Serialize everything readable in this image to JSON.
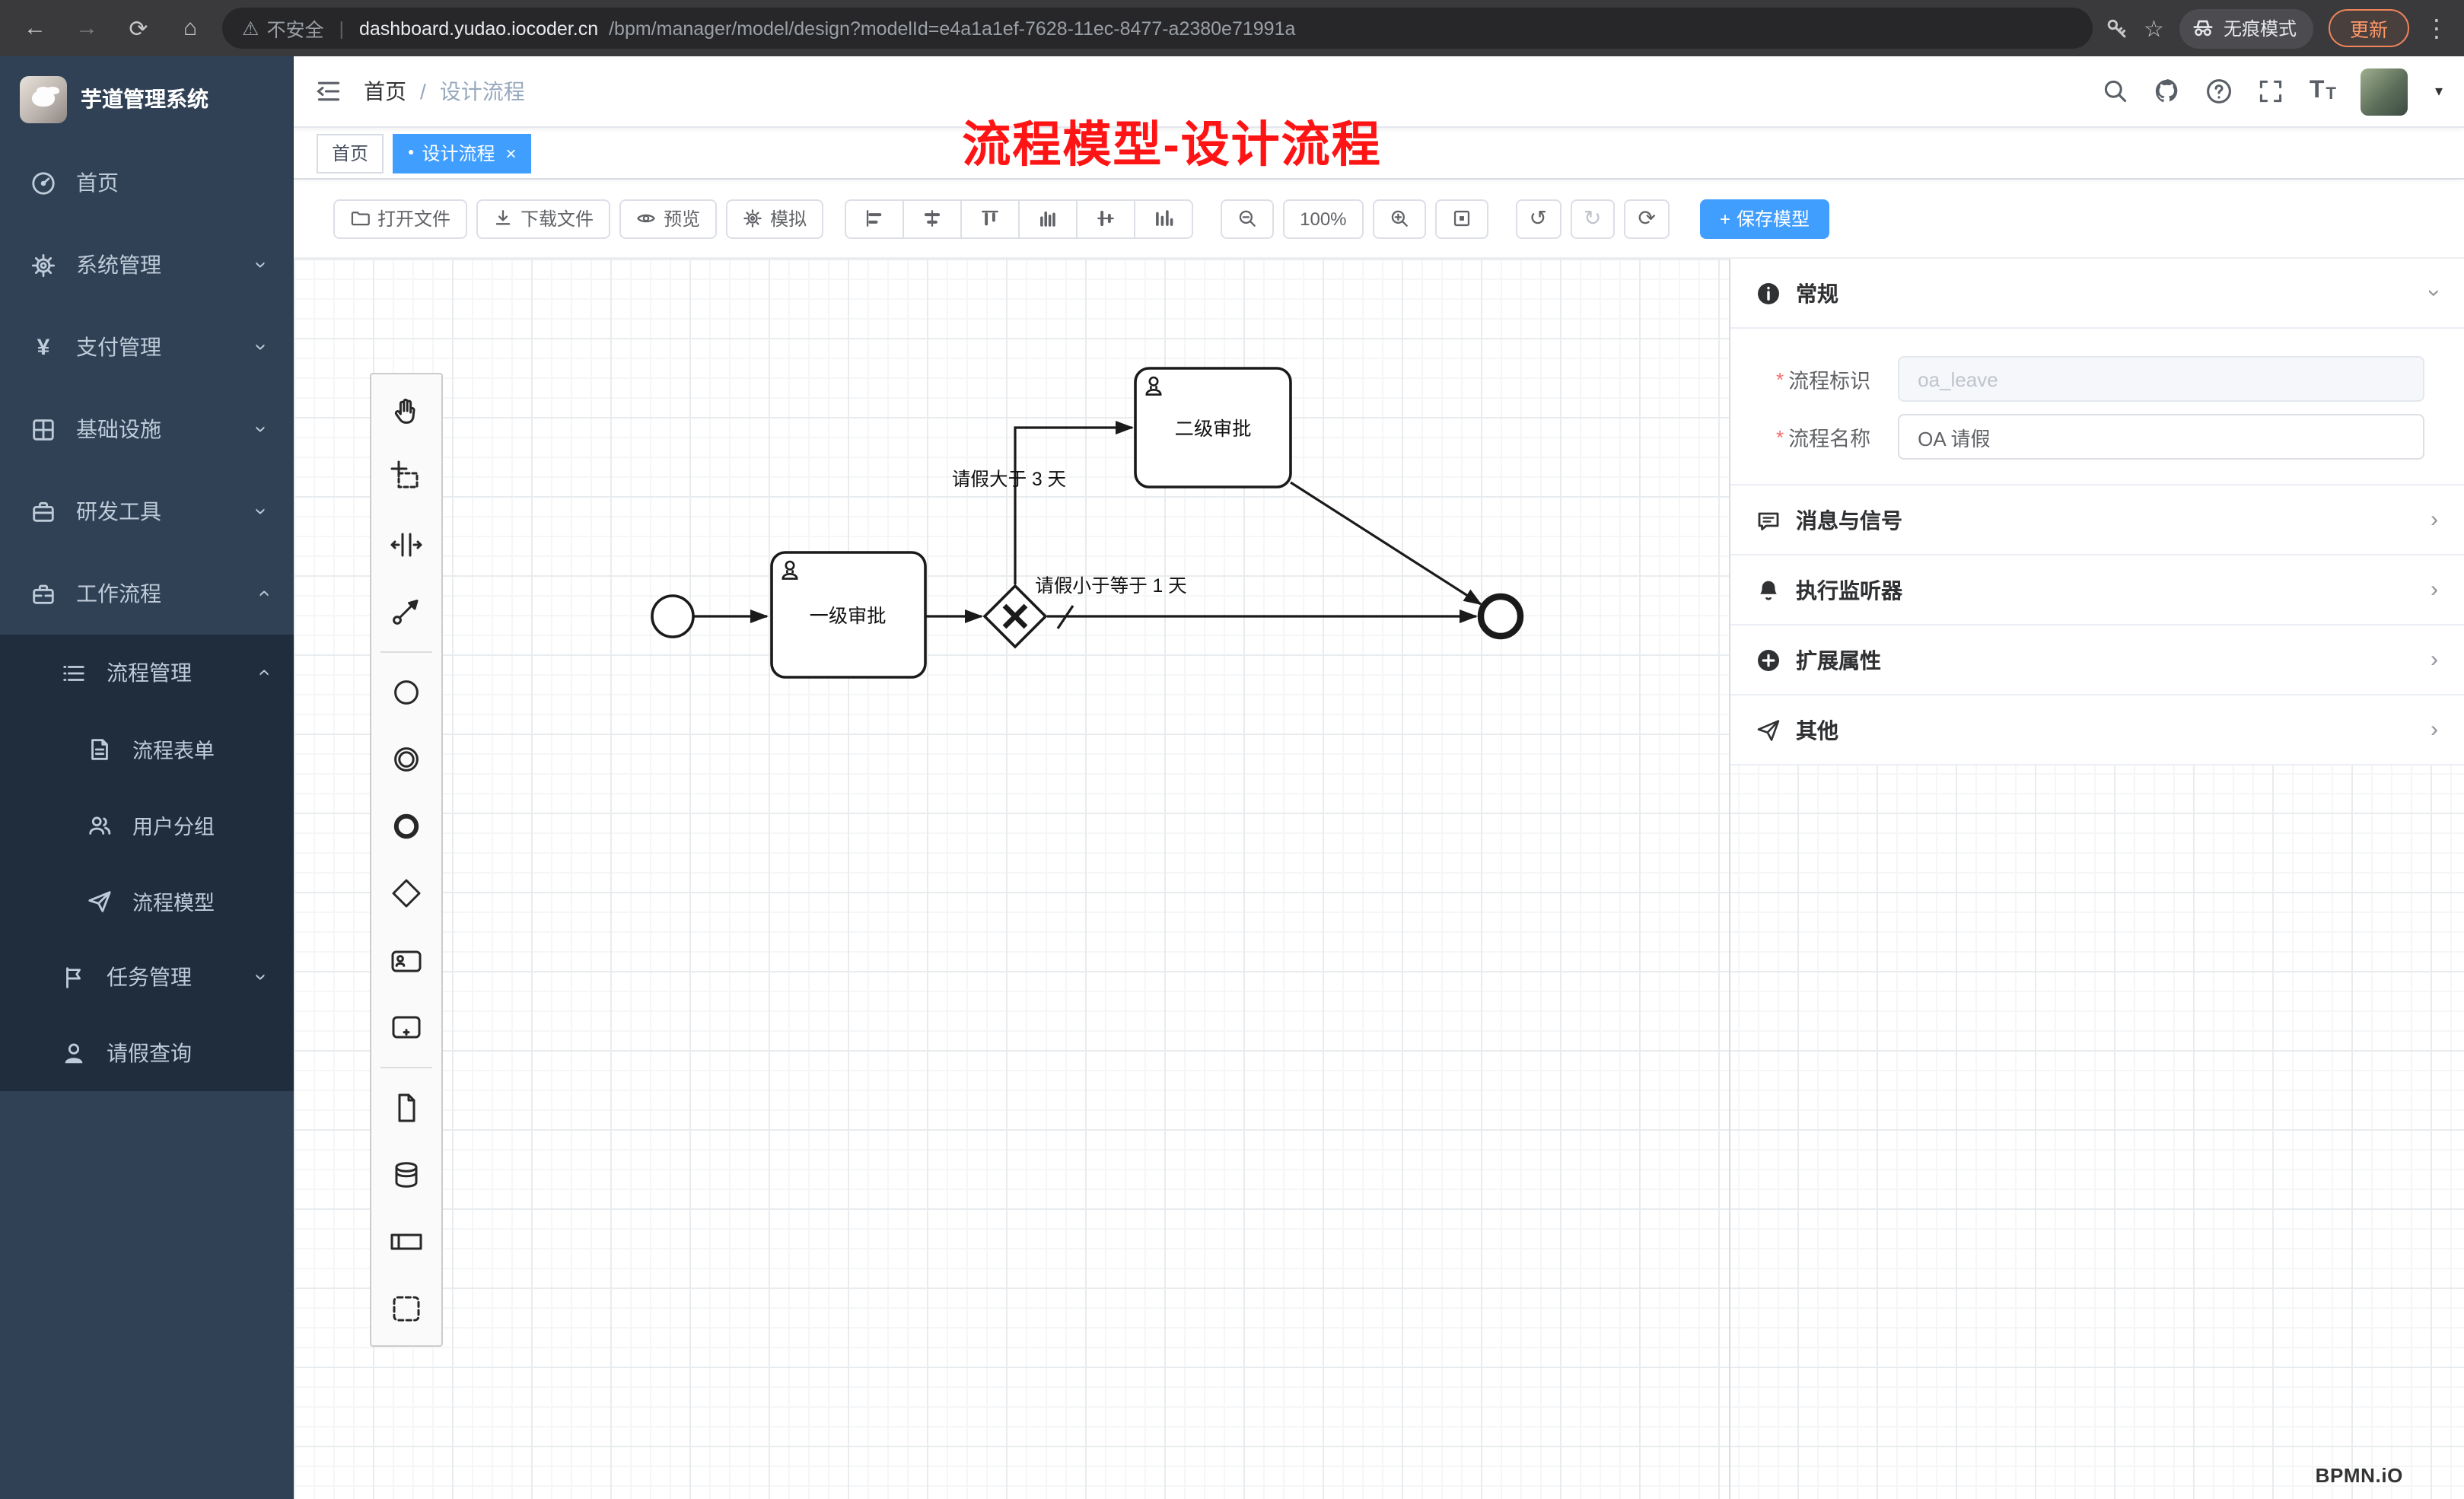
{
  "icons": {
    "back": "←",
    "forward": "→",
    "reload": "⟳",
    "home": "⌂",
    "warning": "⚠",
    "star": "☆",
    "menu_dots": "⋮",
    "divider": "|",
    "undo": "↺",
    "redo": "↻",
    "refresh": "⟳",
    "plus": "+",
    "close": "×",
    "dot": "●",
    "caret_down": "▾",
    "chevron": "›",
    "sep_slash": "/",
    "question": "?",
    "yen": "¥",
    "asterisk": "*"
  },
  "browser": {
    "security_label": "不安全",
    "url_domain": "dashboard.yudao.iocoder.cn",
    "url_path": "/bpm/manager/model/design?modelId=e4a1a1ef-7628-11ec-8477-a2380e71991a",
    "incognito_label": "无痕模式",
    "update_label": "更新"
  },
  "sidebar": {
    "app_title": "芋道管理系统",
    "items": [
      {
        "label": "首页"
      },
      {
        "label": "系统管理"
      },
      {
        "label": "支付管理"
      },
      {
        "label": "基础设施"
      },
      {
        "label": "研发工具"
      },
      {
        "label": "工作流程"
      }
    ],
    "process_mgmt": "流程管理",
    "process_form": "流程表单",
    "user_group": "用户分组",
    "process_model": "流程模型",
    "task_mgmt": "任务管理",
    "leave_query": "请假查询"
  },
  "navbar": {
    "breadcrumb_home": "首页",
    "breadcrumb_current": "设计流程"
  },
  "annotation": "流程模型-设计流程",
  "tabs": {
    "home": "首页",
    "design": "设计流程"
  },
  "toolbar": {
    "open": "打开文件",
    "download": "下载文件",
    "preview": "预览",
    "simulate": "模拟",
    "zoom": "100%",
    "save": "保存模型"
  },
  "diagram": {
    "task1": "一级审批",
    "task2": "二级审批",
    "flow_gt": "请假大于 3 天",
    "flow_le": "请假小于等于 1 天",
    "watermark": "BPMN.iO"
  },
  "props": {
    "general": "常规",
    "message": "消息与信号",
    "listener": "执行监听器",
    "extension": "扩展属性",
    "other": "其他",
    "key_label": "流程标识",
    "key_value": "oa_leave",
    "name_label": "流程名称",
    "name_value": "OA 请假"
  }
}
